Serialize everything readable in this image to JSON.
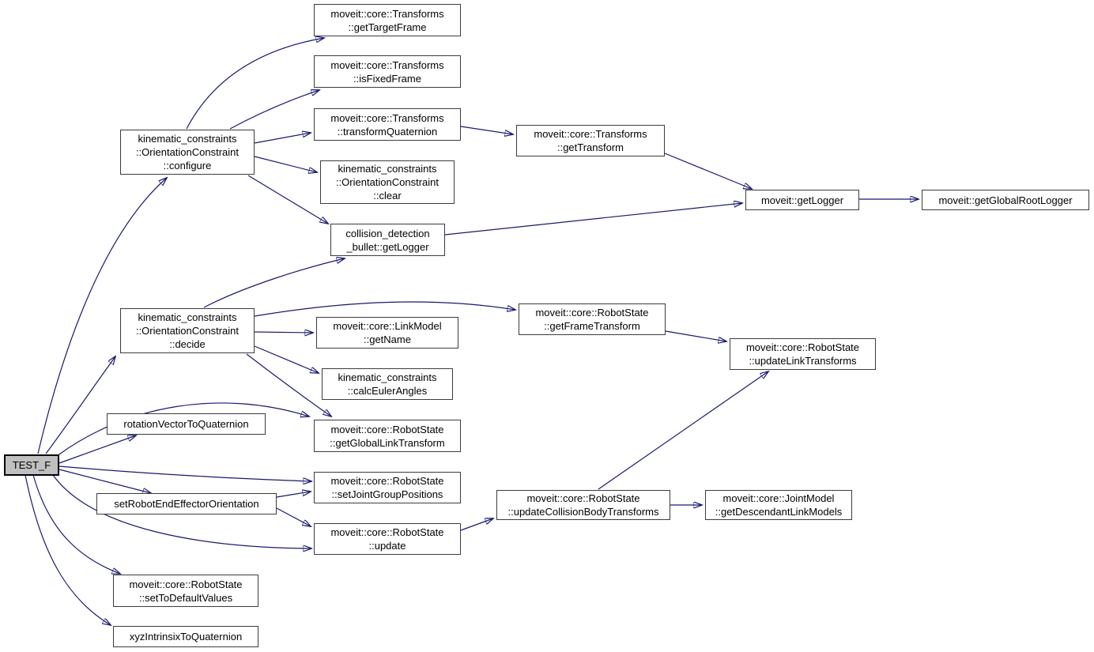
{
  "diagram": {
    "kind": "doxygen-call-graph",
    "colors": {
      "edge": "#191970",
      "node_border": "#3c3c3c",
      "node_fill": "#ffffff",
      "highlight_fill": "#c0c0c0",
      "text": "#000000",
      "background": "#ffffff"
    },
    "nodes": {
      "test_f": {
        "label": "TEST_F",
        "highlighted": true
      },
      "configure": {
        "label": "kinematic_constraints\n::OrientationConstraint\n::configure"
      },
      "decide": {
        "label": "kinematic_constraints\n::OrientationConstraint\n::decide"
      },
      "rotation_vector_to_quaternion": {
        "label": "rotationVectorToQuaternion"
      },
      "set_robot_end_effector_orientation": {
        "label": "setRobotEndEffectorOrientation"
      },
      "set_to_default_values": {
        "label": "moveit::core::RobotState\n::setToDefaultValues"
      },
      "xyz_intrinsix_to_quaternion": {
        "label": "xyzIntrinsixToQuaternion"
      },
      "get_target_frame": {
        "label": "moveit::core::Transforms\n::getTargetFrame"
      },
      "is_fixed_frame": {
        "label": "moveit::core::Transforms\n::isFixedFrame"
      },
      "transform_quaternion": {
        "label": "moveit::core::Transforms\n::transformQuaternion"
      },
      "clear": {
        "label": "kinematic_constraints\n::OrientationConstraint\n::clear"
      },
      "bullet_get_logger": {
        "label": "collision_detection\n_bullet::getLogger"
      },
      "get_name": {
        "label": "moveit::core::LinkModel\n::getName"
      },
      "calc_euler_angles": {
        "label": "kinematic_constraints\n::calcEulerAngles"
      },
      "get_global_link_transform": {
        "label": "moveit::core::RobotState\n::getGlobalLinkTransform"
      },
      "set_joint_group_positions": {
        "label": "moveit::core::RobotState\n::setJointGroupPositions"
      },
      "update": {
        "label": "moveit::core::RobotState\n::update"
      },
      "get_transform": {
        "label": "moveit::core::Transforms\n::getTransform"
      },
      "get_logger": {
        "label": "moveit::getLogger"
      },
      "get_global_root_logger": {
        "label": "moveit::getGlobalRootLogger"
      },
      "get_frame_transform": {
        "label": "moveit::core::RobotState\n::getFrameTransform"
      },
      "update_link_transforms": {
        "label": "moveit::core::RobotState\n::updateLinkTransforms"
      },
      "update_collision_body_transforms": {
        "label": "moveit::core::RobotState\n::updateCollisionBodyTransforms"
      },
      "get_descendant_link_models": {
        "label": "moveit::core::JointModel\n::getDescendantLinkModels"
      }
    },
    "edges": [
      {
        "from": "test_f",
        "to": "configure"
      },
      {
        "from": "test_f",
        "to": "decide"
      },
      {
        "from": "test_f",
        "to": "rotation_vector_to_quaternion"
      },
      {
        "from": "test_f",
        "to": "get_global_link_transform"
      },
      {
        "from": "test_f",
        "to": "set_robot_end_effector_orientation"
      },
      {
        "from": "test_f",
        "to": "set_joint_group_positions"
      },
      {
        "from": "test_f",
        "to": "update"
      },
      {
        "from": "test_f",
        "to": "set_to_default_values"
      },
      {
        "from": "test_f",
        "to": "xyz_intrinsix_to_quaternion"
      },
      {
        "from": "configure",
        "to": "get_target_frame"
      },
      {
        "from": "configure",
        "to": "is_fixed_frame"
      },
      {
        "from": "configure",
        "to": "transform_quaternion"
      },
      {
        "from": "configure",
        "to": "clear"
      },
      {
        "from": "configure",
        "to": "bullet_get_logger"
      },
      {
        "from": "decide",
        "to": "bullet_get_logger"
      },
      {
        "from": "decide",
        "to": "get_frame_transform"
      },
      {
        "from": "decide",
        "to": "get_name"
      },
      {
        "from": "decide",
        "to": "calc_euler_angles"
      },
      {
        "from": "decide",
        "to": "get_global_link_transform"
      },
      {
        "from": "transform_quaternion",
        "to": "get_transform"
      },
      {
        "from": "get_transform",
        "to": "get_logger"
      },
      {
        "from": "bullet_get_logger",
        "to": "get_logger"
      },
      {
        "from": "get_logger",
        "to": "get_global_root_logger"
      },
      {
        "from": "set_robot_end_effector_orientation",
        "to": "set_joint_group_positions"
      },
      {
        "from": "set_robot_end_effector_orientation",
        "to": "update"
      },
      {
        "from": "update",
        "to": "update_collision_body_transforms"
      },
      {
        "from": "get_frame_transform",
        "to": "update_link_transforms"
      },
      {
        "from": "update_collision_body_transforms",
        "to": "update_link_transforms"
      },
      {
        "from": "update_collision_body_transforms",
        "to": "get_descendant_link_models"
      }
    ]
  }
}
